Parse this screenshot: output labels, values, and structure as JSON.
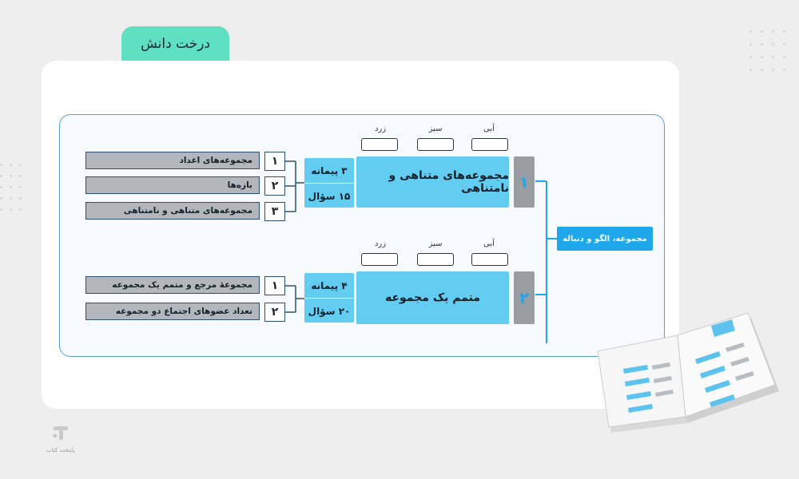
{
  "header": {
    "title": "درخت دانش"
  },
  "diagram": {
    "root": "مجموعه، الگو و دنباله",
    "ratings": [
      "آبی",
      "سبز",
      "زرد"
    ],
    "branches": [
      {
        "number": "۱",
        "topic": "مجموعه‌های متناهی و نامتناهی",
        "measure": "۳ پیمانه",
        "questions": "۱۵ سؤال",
        "subtopics": [
          {
            "number": "۱",
            "label": "مجموعه‌های اعداد"
          },
          {
            "number": "۲",
            "label": "بازه‌ها"
          },
          {
            "number": "۳",
            "label": "مجموعه‌های متناهی و نامتناهی"
          }
        ]
      },
      {
        "number": "۲",
        "topic": "متمم یک مجموعه",
        "measure": "۴ پیمانه",
        "questions": "۲۰ سؤال",
        "subtopics": [
          {
            "number": "۱",
            "label": "مجموعهٔ مرجع و متمم یک مجموعه"
          },
          {
            "number": "۲",
            "label": "تعداد عضوهای اجتماع دو مجموعه"
          }
        ]
      }
    ]
  },
  "branding": {
    "logo_text": "پاپتخت کتاب"
  },
  "colors": {
    "accent": "#1ea7ea",
    "topic": "#62cdf1",
    "title_tab": "#5fe0c0",
    "subtopic": "#b3b6bc",
    "frame": "#5a9fd6"
  }
}
